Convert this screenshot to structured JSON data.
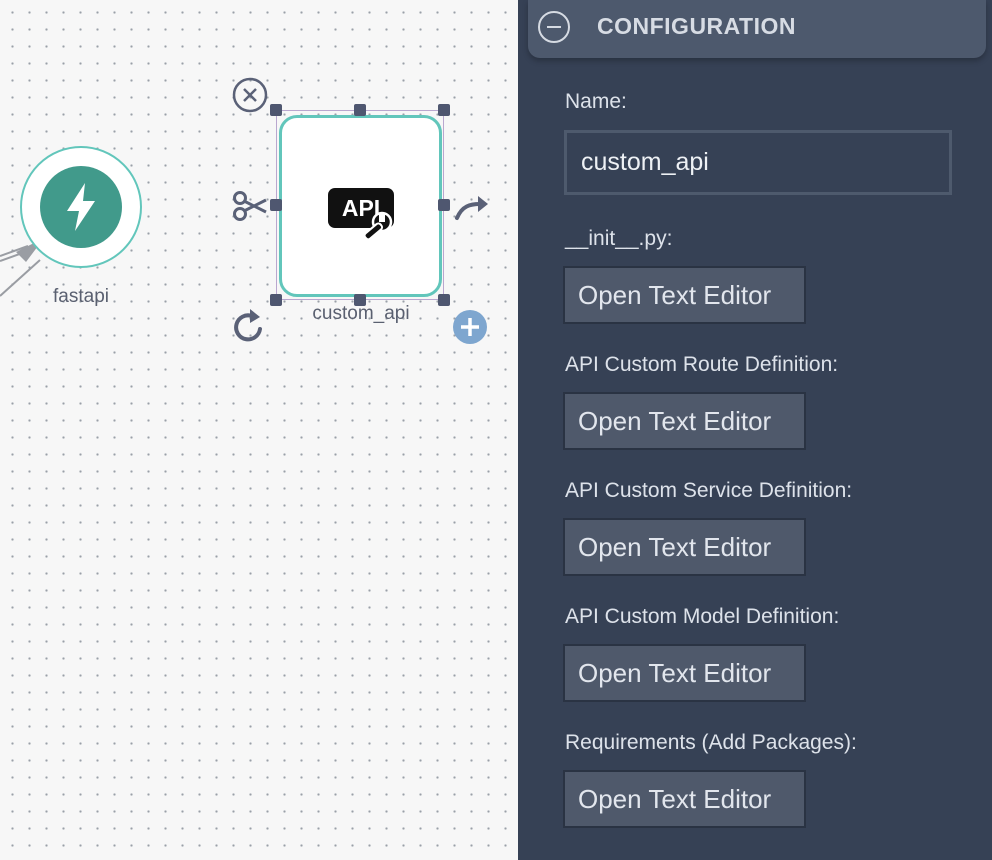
{
  "canvas": {
    "nodes": [
      {
        "label": "fastapi",
        "icon": "lightning-bolt-icon"
      },
      {
        "label": "custom_api",
        "icon": "api-wrench-icon",
        "badge_text": "API"
      }
    ],
    "tools": [
      "close-icon",
      "scissors-icon",
      "redo-arrow-icon",
      "rotate-icon",
      "plus-circle-icon"
    ]
  },
  "panel": {
    "title": "CONFIGURATION",
    "name_label": "Name:",
    "name_value": "custom_api",
    "fields": [
      {
        "label": "__init__.py:",
        "button": "Open Text Editor"
      },
      {
        "label": "API Custom Route Definition:",
        "button": "Open Text Editor"
      },
      {
        "label": "API Custom Service Definition:",
        "button": "Open Text Editor"
      },
      {
        "label": "API Custom Model Definition:",
        "button": "Open Text Editor"
      },
      {
        "label": "Requirements (Add Packages):",
        "button": "Open Text Editor"
      }
    ]
  },
  "colors": {
    "canvas_bg": "#f7f7f7",
    "node_border": "#62c6bb",
    "fastapi_fill": "#419a8b",
    "panel_bg": "#364155",
    "panel_header_bg": "#4d596d",
    "button_bg": "#4f596b",
    "add_button": "#7ea6cf"
  }
}
